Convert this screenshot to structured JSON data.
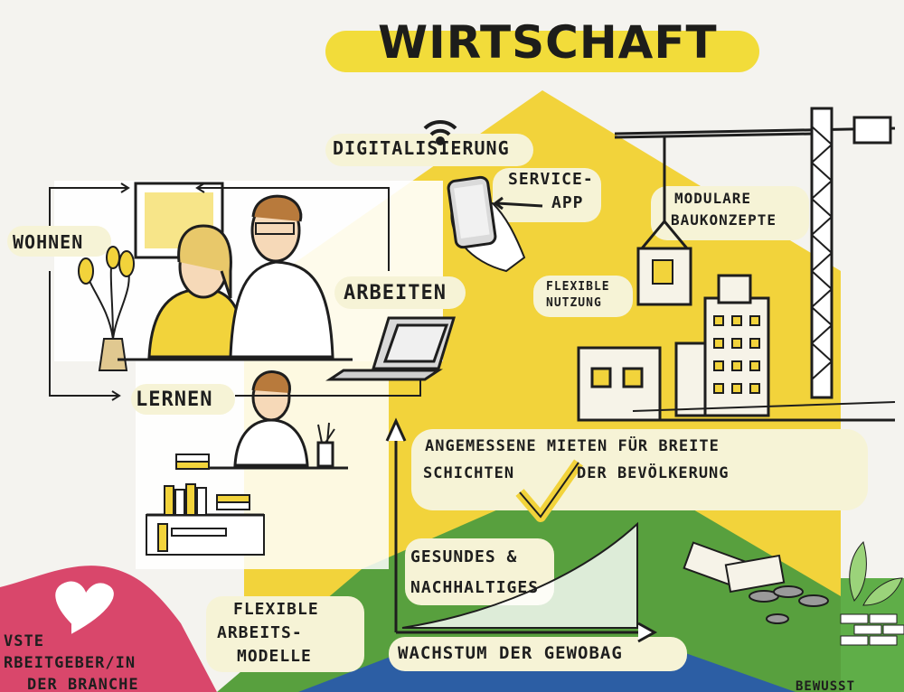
{
  "title": "WIRTSCHAFT",
  "colors": {
    "yellow": "#f2d33b",
    "green": "#58a03e",
    "blue": "#2c5ea4",
    "red": "#d9476b",
    "ink": "#1e1e1e",
    "background": "#f4f3ef"
  },
  "icons": [
    "wifi-icon",
    "smartphone-icon",
    "crane-icon",
    "laptop-icon",
    "plant-icon",
    "money-icon",
    "heart-icon",
    "checkmark-icon"
  ],
  "labels": {
    "digitalisierung": "DIGITALISIERUNG",
    "service_app_1": "SERVICE-",
    "service_app_2": "APP",
    "modulare_1": "MODULARE",
    "modulare_2": "BAUKONZEPTE",
    "wohnen": "WOHNEN",
    "arbeiten": "ARBEITEN",
    "lernen": "LERNEN",
    "flexible_nutzung_1": "FLEXIBLE",
    "flexible_nutzung_2": "NUTZUNG",
    "mieten_1": "ANGEMESSENE MIETEN FÜR BREITE",
    "mieten_2": "SCHICHTEN",
    "mieten_3": "DER BEVÖLKERUNG",
    "gesundes_1": "GESUNDES &",
    "gesundes_2": "NACHHALTIGES",
    "flex_arbeit_1": "FLEXIBLE",
    "flex_arbeit_2": "ARBEITS-",
    "flex_arbeit_3": "MODELLE",
    "wachstum": "WACHSTUM DER GEWOBAG",
    "arbeitgeber_1": "VSTE",
    "arbeitgeber_2": "RBEITGEBER/IN",
    "arbeitgeber_3": "DER BRANCHE",
    "bottom_right": "BEWUSST"
  }
}
